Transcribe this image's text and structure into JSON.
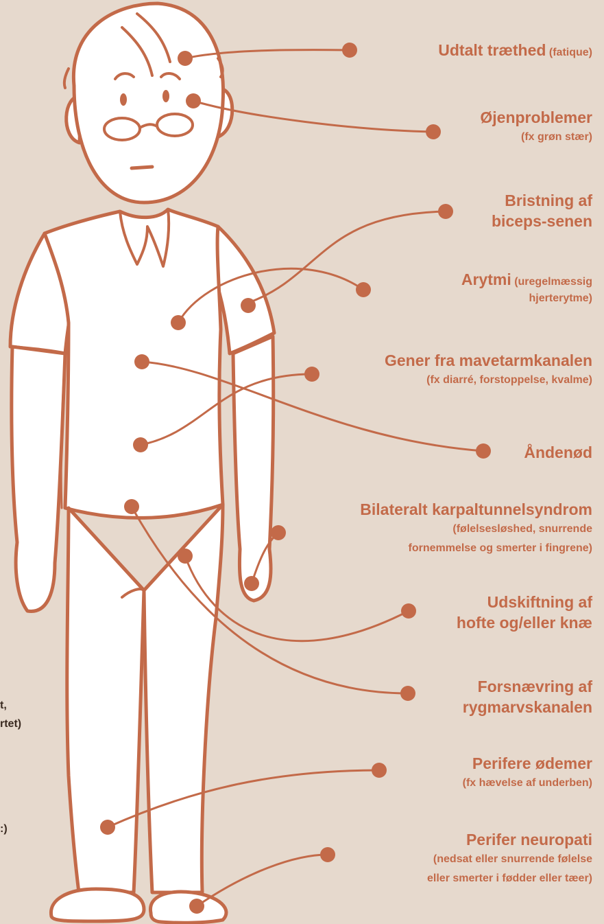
{
  "colors": {
    "background": "#e6d9cd",
    "accent": "#c36a49",
    "figure_fill": "#ffffff"
  },
  "labels": {
    "fatigue": {
      "title": "Udtalt træthed",
      "inline": "(fatique)"
    },
    "eyes": {
      "title": "Øjenproblemer",
      "sub": [
        "(fx grøn stær)"
      ]
    },
    "biceps": {
      "title": [
        "Bristning af",
        "biceps-senen"
      ]
    },
    "arrhythmia": {
      "title": "Arytmi",
      "inline": "(uregelmæssig",
      "sub": [
        "hjerterytme)"
      ]
    },
    "gi": {
      "title": "Gener fra mavetarmkanalen",
      "sub": [
        "(fx diarré, forstoppelse, kvalme)"
      ]
    },
    "dyspnea": {
      "title": "Åndenød"
    },
    "carpal": {
      "title": "Bilateralt karpaltunnelsyndrom",
      "sub": [
        "(følelsesløshed, snurrende",
        "fornemmelse og smerter i fingrene)"
      ]
    },
    "hip": {
      "title": [
        "Udskiftning af",
        "hofte og/eller knæ"
      ]
    },
    "spinal": {
      "title": [
        "Forsnævring af",
        "rygmarvskanalen"
      ]
    },
    "edema": {
      "title": "Perifere ødemer",
      "sub": [
        "(fx hævelse af underben)"
      ]
    },
    "neuropathy": {
      "title": "Perifer neuropati",
      "sub": [
        "(nedsat eller snurrende følelse",
        "eller smerter i fødder eller tæer)"
      ]
    }
  },
  "cut_off_left": [
    "t,",
    "rtet)",
    ":)"
  ]
}
